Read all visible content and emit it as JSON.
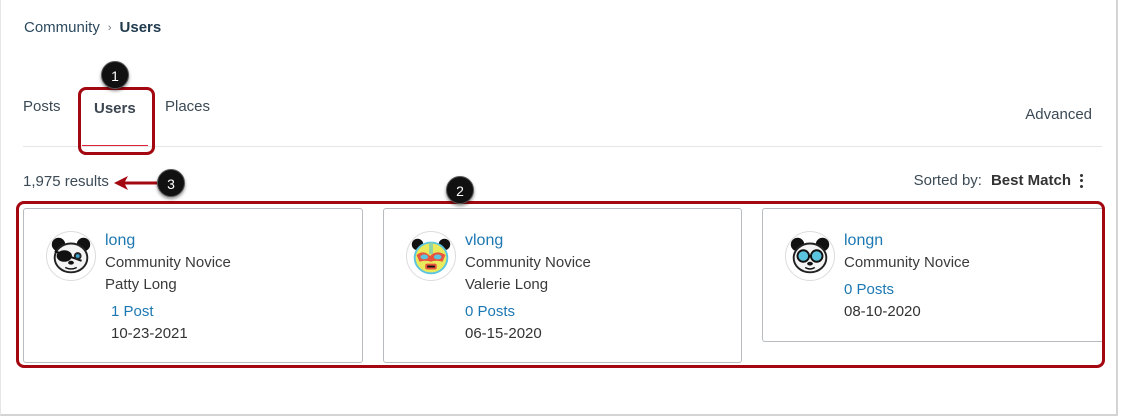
{
  "breadcrumb": {
    "items": [
      "Community",
      "Users"
    ],
    "separator": "›"
  },
  "tabs": [
    {
      "label": "Posts",
      "active": false
    },
    {
      "label": "Users",
      "active": true
    },
    {
      "label": "Places",
      "active": false
    }
  ],
  "advanced_link": "Advanced",
  "results": {
    "count_label": "1,975 results"
  },
  "sort": {
    "label": "Sorted by:",
    "value": "Best Match",
    "menu_icon": "kebab-menu-icon"
  },
  "users": [
    {
      "username": "long",
      "rank": "Community Novice",
      "full_name": "Patty Long",
      "posts": "1 Post",
      "date": "10-23-2021",
      "avatar": "panda-eyepatch-avatar"
    },
    {
      "username": "vlong",
      "rank": "Community Novice",
      "full_name": "Valerie Long",
      "posts": "0 Posts",
      "date": "06-15-2020",
      "avatar": "panda-luchador-avatar"
    },
    {
      "username": "longn",
      "rank": "Community Novice",
      "full_name": "",
      "posts": "0 Posts",
      "date": "08-10-2020",
      "avatar": "panda-glasses-avatar"
    }
  ],
  "annotations": {
    "badges": [
      "1",
      "2",
      "3"
    ],
    "accent_color": "#a3070f"
  },
  "colors": {
    "link": "#1c78b3",
    "active_tab_underline": "#e0233a",
    "breadcrumb": "#2b4a5f"
  }
}
